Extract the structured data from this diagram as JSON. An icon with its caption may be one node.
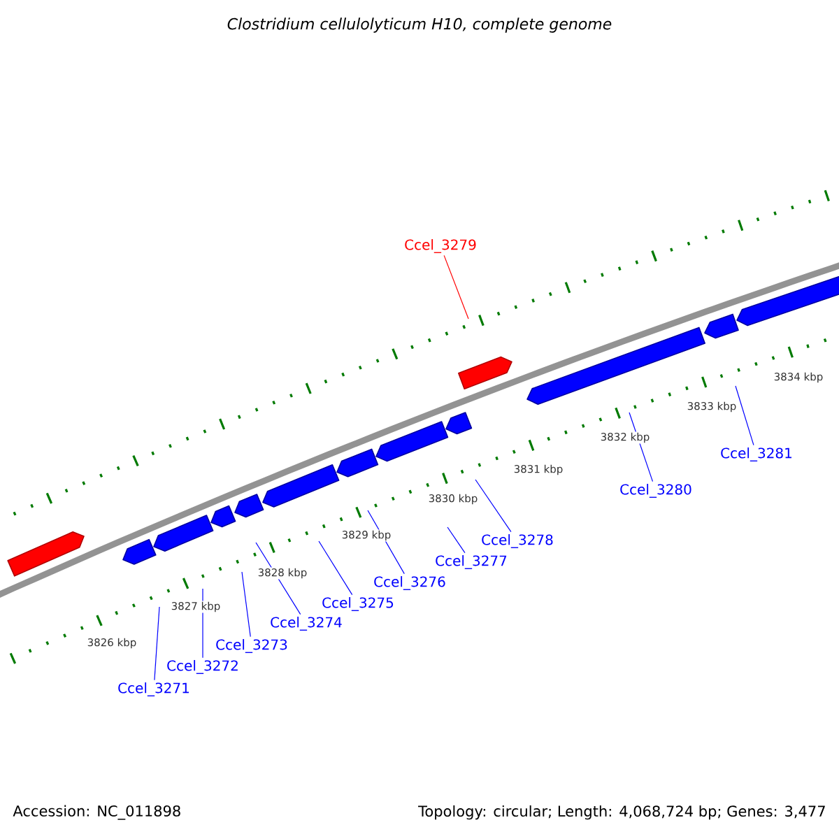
{
  "diagram": {
    "title": "Clostridium cellulolyticum H10, complete genome",
    "nodes": [
      {
        "text": [
          "Ccel_3279"
        ]
      },
      {
        "text": [
          "Ccel_3281"
        ]
      },
      {
        "text": [
          "Ccel_3280"
        ]
      },
      {
        "text": [
          "Ccel_3278"
        ]
      },
      {
        "text": [
          "Ccel_3277"
        ]
      },
      {
        "text": [
          "Ccel_3276"
        ]
      },
      {
        "text": [
          "Ccel_3275"
        ]
      },
      {
        "text": [
          "Ccel_3274"
        ]
      },
      {
        "text": [
          "Ccel_3273"
        ]
      },
      {
        "text": [
          "Ccel_3272"
        ]
      },
      {
        "text": [
          "Ccel_3271"
        ]
      }
    ],
    "edges": [
      {
        "from": 0,
        "to": null,
        "arrow": "none",
        "color": "#ff0000"
      },
      {
        "from": 1,
        "to": null,
        "arrow": "none"
      },
      {
        "from": 2,
        "to": null,
        "arrow": "none"
      },
      {
        "from": 3,
        "to": null,
        "arrow": "none"
      },
      {
        "from": 4,
        "to": null,
        "arrow": "none"
      },
      {
        "from": 5,
        "to": null,
        "arrow": "none"
      },
      {
        "from": 6,
        "to": null,
        "arrow": "none"
      },
      {
        "from": 7,
        "to": null,
        "arrow": "none"
      },
      {
        "from": 8,
        "to": null,
        "arrow": "none"
      },
      {
        "from": 9,
        "to": null,
        "arrow": "none"
      },
      {
        "from": 10,
        "to": null,
        "arrow": "none"
      }
    ],
    "labels": [
      "3834 kbp",
      "3833 kbp",
      "3832 kbp",
      "3831 kbp",
      "3830 kbp",
      "3829 kbp",
      "3828 kbp",
      "3827 kbp",
      "3826 kbp",
      "Accession: NC_011898",
      "Topology: circular; Length: 4,068,724 bp; Genes: 3,477"
    ]
  }
}
